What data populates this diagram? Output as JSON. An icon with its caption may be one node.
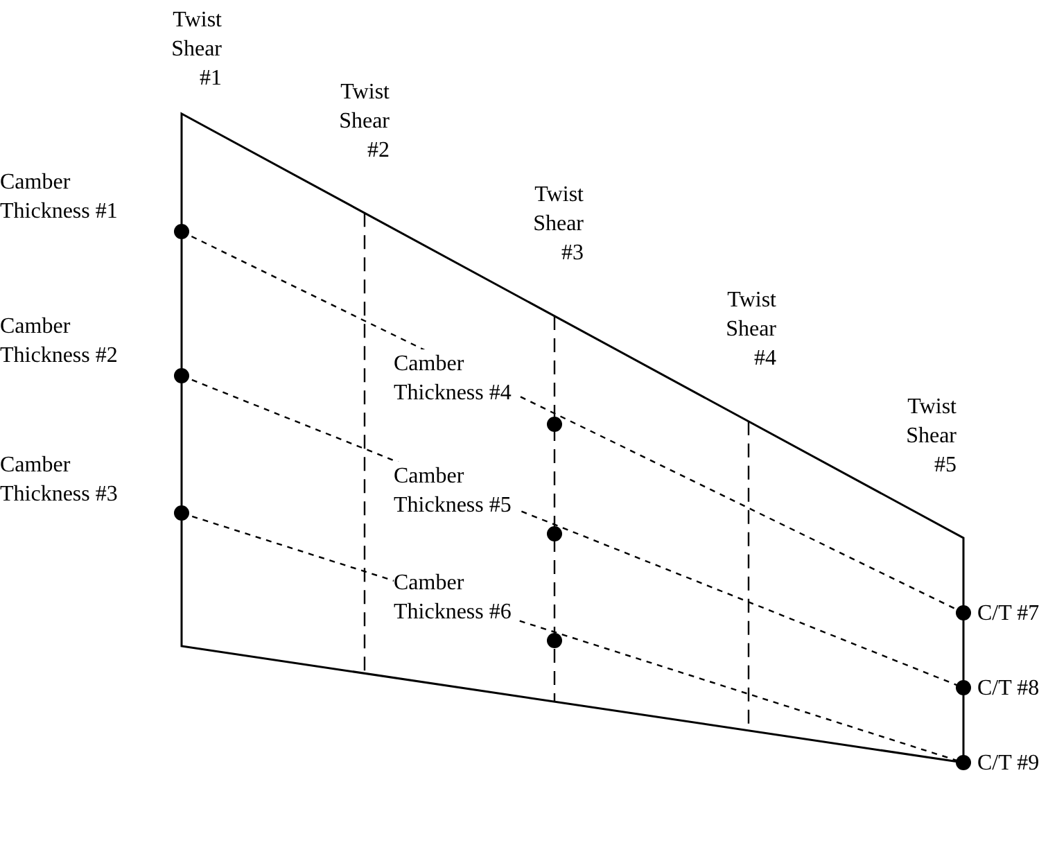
{
  "diagram": {
    "labels": [
      "Twist Shear #1",
      "Twist Shear #2",
      "Twist Shear #3",
      "Twist Shear #4",
      "Twist Shear #5",
      "Camber Thickness #1",
      "Camber Thickness #2",
      "Camber Thickness #3",
      "Camber Thickness #4",
      "Camber Thickness #5",
      "Camber Thickness #6",
      "C/T #7",
      "C/T #8",
      "C/T #9"
    ]
  }
}
